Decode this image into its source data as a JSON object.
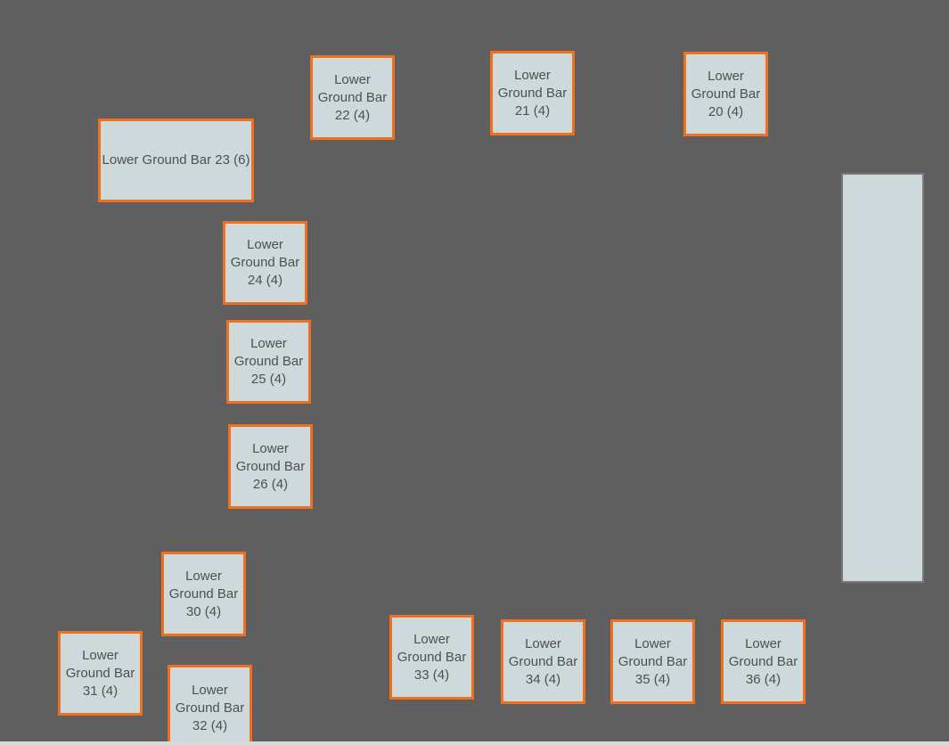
{
  "floor_plan": {
    "tables": [
      {
        "id": "t20",
        "label": "Lower Ground Bar 20 (4)"
      },
      {
        "id": "t21",
        "label": "Lower Ground Bar 21 (4)"
      },
      {
        "id": "t22",
        "label": "Lower Ground Bar 22 (4)"
      },
      {
        "id": "t23",
        "label": "Lower Ground Bar 23 (6)"
      },
      {
        "id": "t24",
        "label": "Lower Ground Bar 24 (4)"
      },
      {
        "id": "t25",
        "label": "Lower Ground Bar 25 (4)"
      },
      {
        "id": "t26",
        "label": "Lower Ground Bar 26 (4)"
      },
      {
        "id": "t30",
        "label": "Lower Ground Bar 30 (4)"
      },
      {
        "id": "t31",
        "label": "Lower Ground Bar 31 (4)"
      },
      {
        "id": "t32",
        "label": "Lower Ground Bar 32 (4)"
      },
      {
        "id": "t33",
        "label": "Lower Ground Bar 33 (4)"
      },
      {
        "id": "t34",
        "label": "Lower Ground Bar 34 (4)"
      },
      {
        "id": "t35",
        "label": "Lower Ground Bar 35 (4)"
      },
      {
        "id": "t36",
        "label": "Lower Ground Bar 36 (4)"
      }
    ]
  },
  "colors": {
    "floor_background": "#5f5f5f",
    "table_fill": "#cdd9da",
    "table_border": "#f0701f",
    "table_text": "#505050"
  }
}
